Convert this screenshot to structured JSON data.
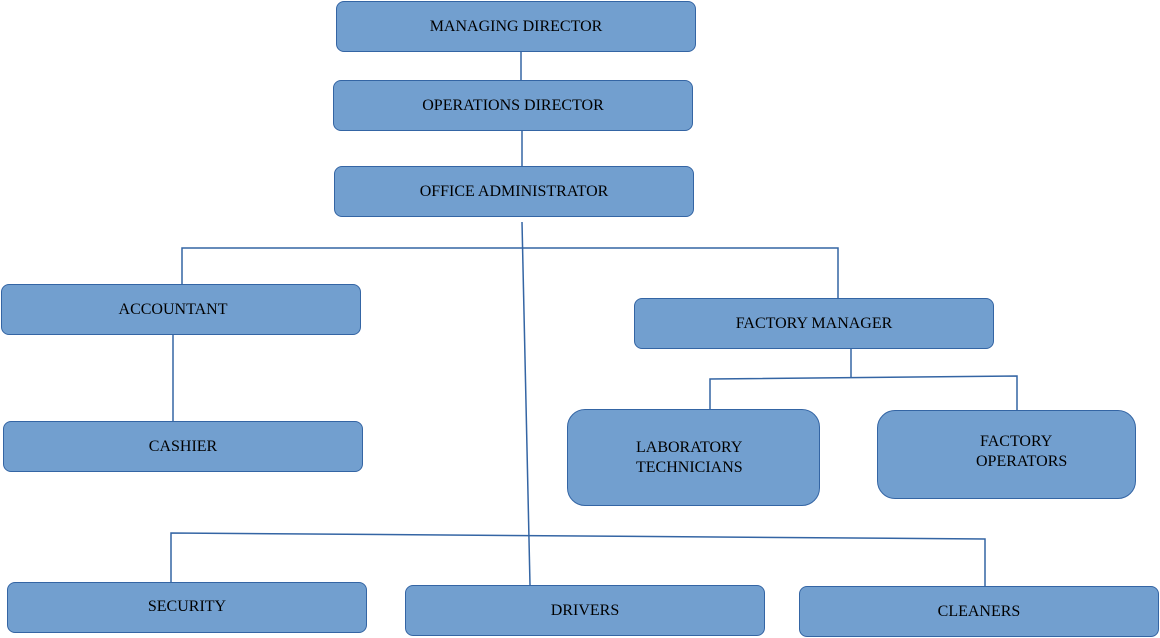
{
  "nodes": {
    "managing_director": "MANAGING DIRECTOR",
    "operations_director": "OPERATIONS DIRECTOR",
    "office_administrator": "OFFICE ADMINISTRATOR",
    "accountant": "ACCOUNTANT",
    "cashier": "CASHIER",
    "factory_manager": "FACTORY MANAGER",
    "laboratory_technicians": [
      "LABORATORY",
      "TECHNICIANS"
    ],
    "factory_operators": [
      "FACTORY",
      "OPERATORS"
    ],
    "security": "SECURITY",
    "drivers": "DRIVERS",
    "cleaners": "CLEANERS"
  },
  "colors": {
    "box_fill": "#729fcf",
    "box_border": "#3465a4",
    "connector": "#3465a4"
  }
}
